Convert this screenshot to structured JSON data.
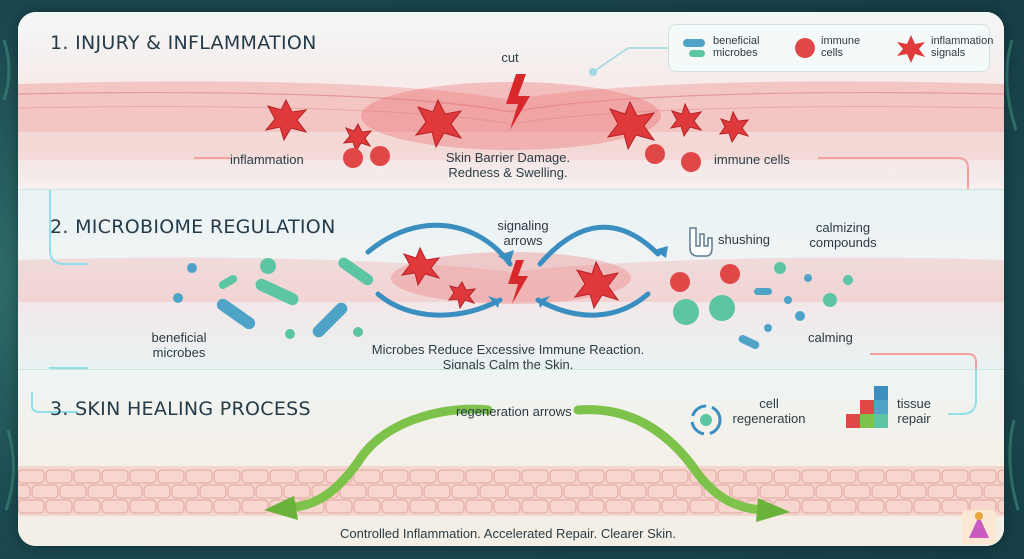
{
  "sections": [
    {
      "title": "1. INJURY & INFLAMMATION"
    },
    {
      "title": "2. MICROBIOME REGULATION"
    },
    {
      "title": "3. SKIN HEALING PROCESS"
    }
  ],
  "legend": [
    {
      "line1": "beneficial",
      "line2": "microbes",
      "icon": "microbe-icon",
      "color": "#4fa3c7"
    },
    {
      "line1": "immune",
      "line2": "cells",
      "icon": "immune-cell-icon",
      "color": "#e04848"
    },
    {
      "line1": "inflammation",
      "line2": "signals",
      "icon": "inflammation-signal-icon",
      "color": "#e03a3a"
    }
  ],
  "injury": {
    "cut": "cut",
    "inflammation": "inflammation",
    "immune_cells": "immune cells",
    "caption_line1": "Skin Barrier Damage.",
    "caption_line2": "Redness & Swelling."
  },
  "regulation": {
    "signaling_line1": "signaling",
    "signaling_line2": "arrows",
    "shushing": "shushing",
    "calmizing_line1": "calmizing",
    "calmizing_line2": "compounds",
    "beneficial_line1": "beneficial",
    "beneficial_line2": "microbes",
    "calming": "calming",
    "caption_line1": "Microbes Reduce Excessive Immune Reaction.",
    "caption_line2": "Signals Calm the Skin."
  },
  "healing": {
    "regeneration_arrows": "regeneration arrows",
    "cell_line1": "cell",
    "cell_line2": "regeneration",
    "tissue_line1": "tissue",
    "tissue_line2": "repair",
    "footer": "Controlled Inflammation. Accelerated Repair. Clearer Skin."
  },
  "colors": {
    "inflamed": "#e8585a",
    "microbe_blue": "#4fa3c7",
    "microbe_green": "#5cc5a3",
    "arrow_blue": "#3a8fc0",
    "arrow_green": "#7dc24a",
    "connector": "#8fe0ea"
  }
}
